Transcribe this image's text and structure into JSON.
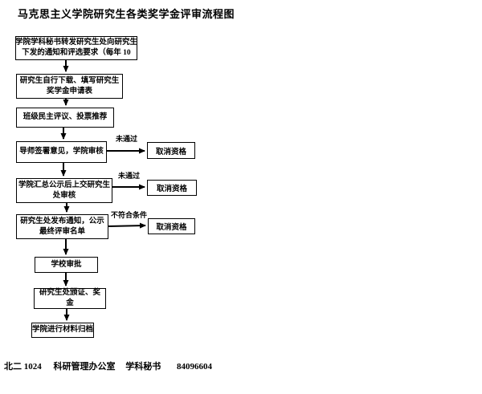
{
  "page": {
    "title": "马克思主义学院研究生各类奖学金评审流程图"
  },
  "flowchart": {
    "steps": [
      {
        "id": "notice-forward",
        "lines": [
          "学院学科秘书转发研究生处向研究生",
          "下发的通知和评选要求（每年 10"
        ]
      },
      {
        "id": "download-form",
        "lines": [
          "研究生自行下载、填写研究生",
          "奖学金申请表"
        ]
      },
      {
        "id": "class-review",
        "lines": [
          "班级民主评议、投票推荐"
        ]
      },
      {
        "id": "tutor-sign",
        "lines": [
          "导师签署意见，学院审核"
        ]
      },
      {
        "id": "college-publicity",
        "lines": [
          "学院汇总公示后上交研究生",
          "处审核"
        ]
      },
      {
        "id": "final-list",
        "lines": [
          "研究生处发布通知，公示",
          "最终评审名单"
        ]
      },
      {
        "id": "school-approval",
        "lines": [
          "学校审批"
        ]
      },
      {
        "id": "award-issue",
        "lines": [
          "研究生处颁证、奖",
          "金"
        ]
      },
      {
        "id": "archive",
        "lines": [
          "学院进行材料归档"
        ]
      }
    ],
    "rejects": [
      {
        "label": "取消资格"
      },
      {
        "label": "取消资格"
      },
      {
        "label": "取消资格"
      }
    ],
    "edge_labels": [
      "未通过",
      "未通过",
      "不符合条件"
    ],
    "line_color": "#000000"
  },
  "footer": {
    "segments": [
      "北二 1024",
      "科研管理办公室",
      "学科秘书",
      "84096604"
    ]
  }
}
